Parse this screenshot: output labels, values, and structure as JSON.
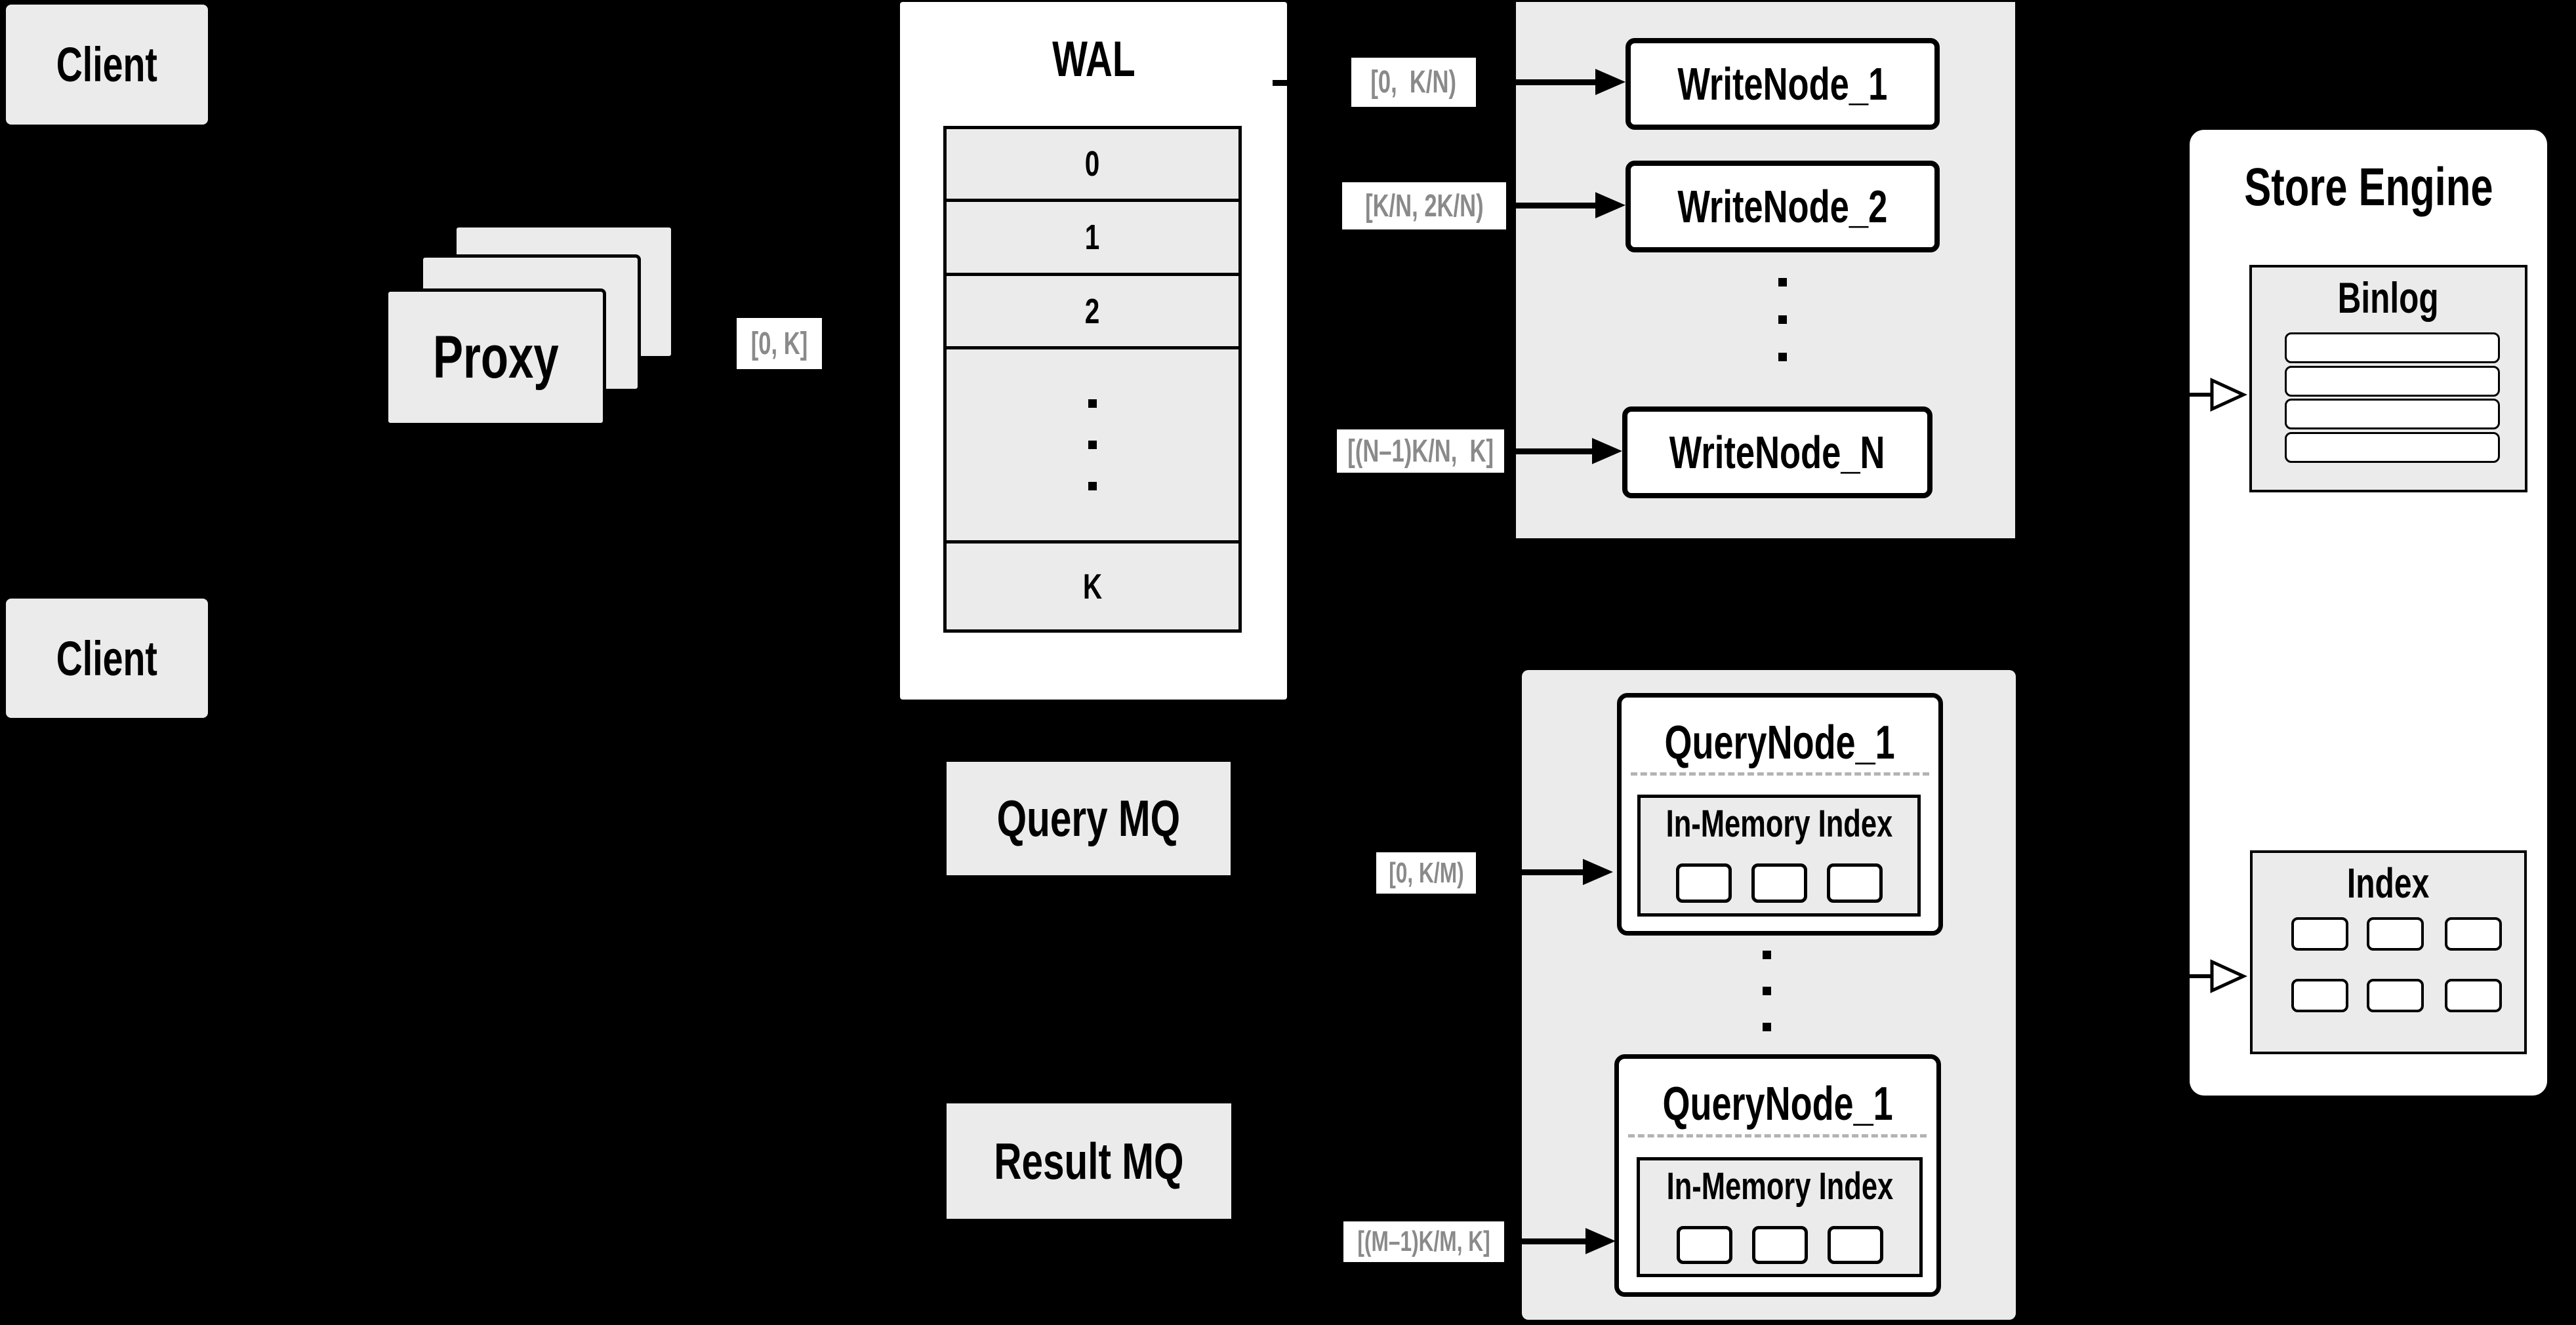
{
  "background": "#000000",
  "colors": {
    "panel_gray": "#ebebeb",
    "box_white": "#ffffff",
    "line_black": "#000000",
    "range_label_text": "#8a8a8a",
    "dashed_divider": "#b3b3b3"
  },
  "icons": {
    "flow_arrow": "solid-right-arrow",
    "store_arrow": "hollow-right-arrow",
    "ellipsis": "vertical-dots"
  },
  "clients": {
    "top": "Client",
    "bottom": "Client"
  },
  "proxy": {
    "label": "Proxy"
  },
  "wal": {
    "title": "WAL",
    "rows": [
      "0",
      "1",
      "2"
    ],
    "last_row": "K"
  },
  "ranges": {
    "proxy_out": "[0, K]",
    "write_1": "[0,  K/N)",
    "write_2": "[K/N, 2K/N)",
    "write_n": "[(N–1)K/N,  K]",
    "query_1": "[0, K/M)",
    "query_n": "[(M–1)K/M, K]"
  },
  "write_group": {
    "nodes": [
      "WriteNode_1",
      "WriteNode_2",
      "WriteNode_N"
    ]
  },
  "store_engine": {
    "title": "Store Engine",
    "binlog_title": "Binlog",
    "index_title": "Index"
  },
  "mq": {
    "query": "Query MQ",
    "result": "Result MQ"
  },
  "query_group": {
    "top": {
      "title": "QueryNode_1",
      "index_title": "In-Memory Index"
    },
    "bottom": {
      "title": "QueryNode_1",
      "index_title": "In-Memory Index"
    }
  }
}
